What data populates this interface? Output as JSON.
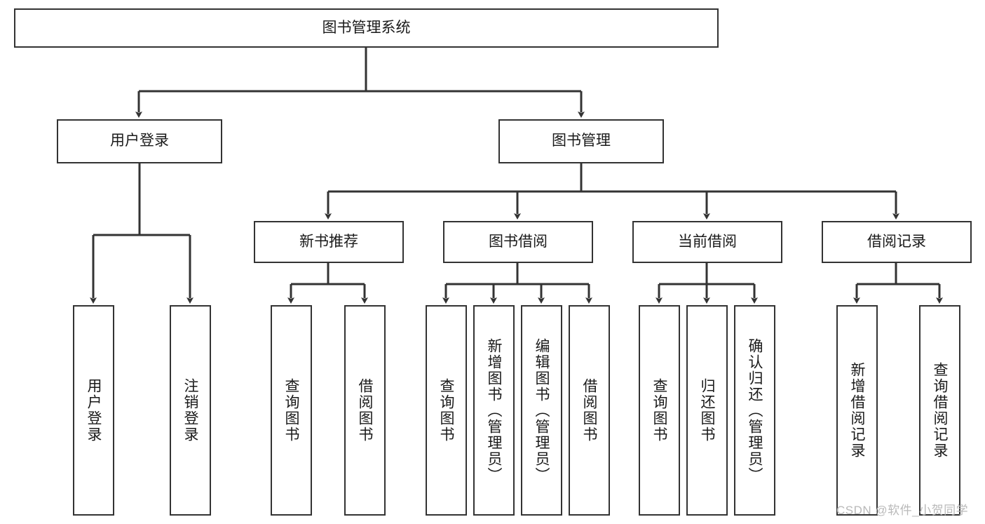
{
  "diagram": {
    "title": "图书管理系统",
    "type": "hierarchy-tree",
    "watermark": "CSDN @软件_小贺同学",
    "colors": {
      "stroke": "#333333",
      "box_fill": "#ffffff",
      "text": "#1a1a1a",
      "watermark": "#b9b9b9",
      "background": "#ffffff"
    },
    "nodes": {
      "root": {
        "label": "图书管理系统"
      },
      "level2": [
        {
          "label": "用户登录"
        },
        {
          "label": "图书管理"
        }
      ],
      "level3": [
        {
          "label": "新书推荐"
        },
        {
          "label": "图书借阅"
        },
        {
          "label": "当前借阅"
        },
        {
          "label": "借阅记录"
        }
      ],
      "leaves_user_login": [
        {
          "label": "用户登录"
        },
        {
          "label": "注销登录"
        }
      ],
      "leaves_new_books": [
        {
          "label": "查询图书"
        },
        {
          "label": "借阅图书"
        }
      ],
      "leaves_borrow": [
        {
          "label": "查询图书"
        },
        {
          "label": "新增图书（管理员）"
        },
        {
          "label": "编辑图书（管理员）"
        },
        {
          "label": "借阅图书"
        }
      ],
      "leaves_current": [
        {
          "label": "查询图书"
        },
        {
          "label": "归还图书"
        },
        {
          "label": "确认归还（管理员）"
        }
      ],
      "leaves_records": [
        {
          "label": "新增借阅记录"
        },
        {
          "label": "查询借阅记录"
        }
      ]
    }
  }
}
